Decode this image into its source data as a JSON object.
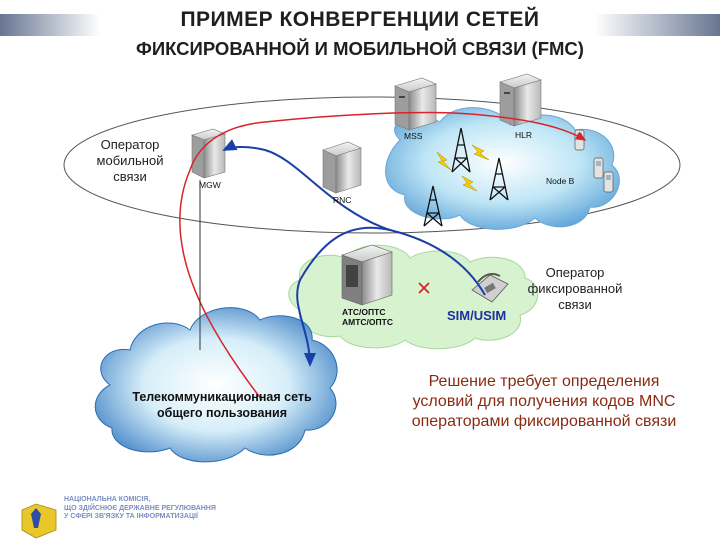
{
  "title": {
    "line1": "ПРИМЕР КОНВЕРГЕНЦИИ СЕТЕЙ",
    "line2": "ФИКСИРОВАННОЙ И МОБИЛЬНОЙ СВЯЗИ (FMC)"
  },
  "nodes": {
    "msc": "MSS",
    "hlr": "HLR",
    "mgw": "MGW",
    "rnc": "RNC",
    "nodeb": "Node B",
    "atc_line1": "АТС/ОПТС",
    "atc_line2": "АМТС/ОПТС",
    "sim": "SIM/USIM"
  },
  "operators": {
    "mobile": [
      "Оператор",
      "мобильной",
      "связи"
    ],
    "fixed": [
      "Оператор",
      "фиксированной",
      "связи"
    ]
  },
  "cloud": {
    "line1": "Телекоммуникационная сеть",
    "line2": "общего пользования"
  },
  "solution": {
    "line1": "Решение требует определения",
    "line2": "условий для получения кодов MNC",
    "line3": "операторами фиксированной связи"
  },
  "footer": {
    "line1": "НАЦІОНАЛЬНА КОМІСІЯ,",
    "line2": "ЩО ЗДІЙСНЮЄ ДЕРЖАВНЕ РЕГУЛЮВАННЯ",
    "line3": "У СФЕРІ ЗВ'ЯЗКУ ТА ІНФОРМАТИЗАЦІЇ"
  },
  "colors": {
    "red_link": "#d8232a",
    "blue_link": "#1a3fa8",
    "cloud_fill": "#c6ecf7",
    "cloud_fill_fixed": "#d9f3d0",
    "solution_text": "#8a2a10"
  }
}
